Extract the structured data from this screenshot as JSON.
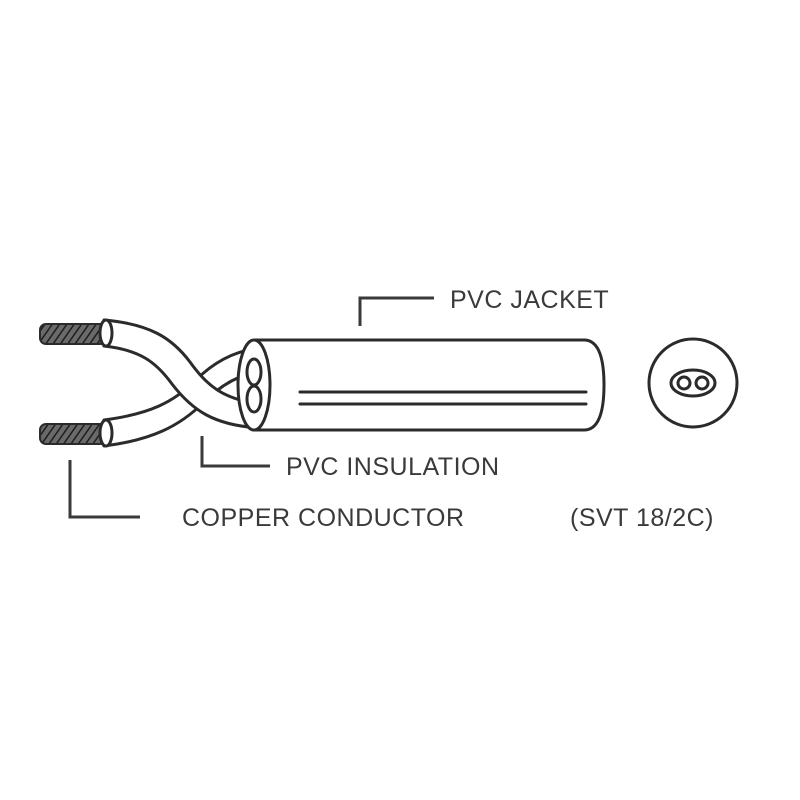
{
  "labels": {
    "jacket": "PVC JACKET",
    "insulation": "PVC INSULATION",
    "conductor": "COPPER CONDUCTOR",
    "spec": "(SVT 18/2C)"
  },
  "colors": {
    "ink": "#2b2b2b",
    "text": "#3a3a3a",
    "background": "#ffffff"
  }
}
